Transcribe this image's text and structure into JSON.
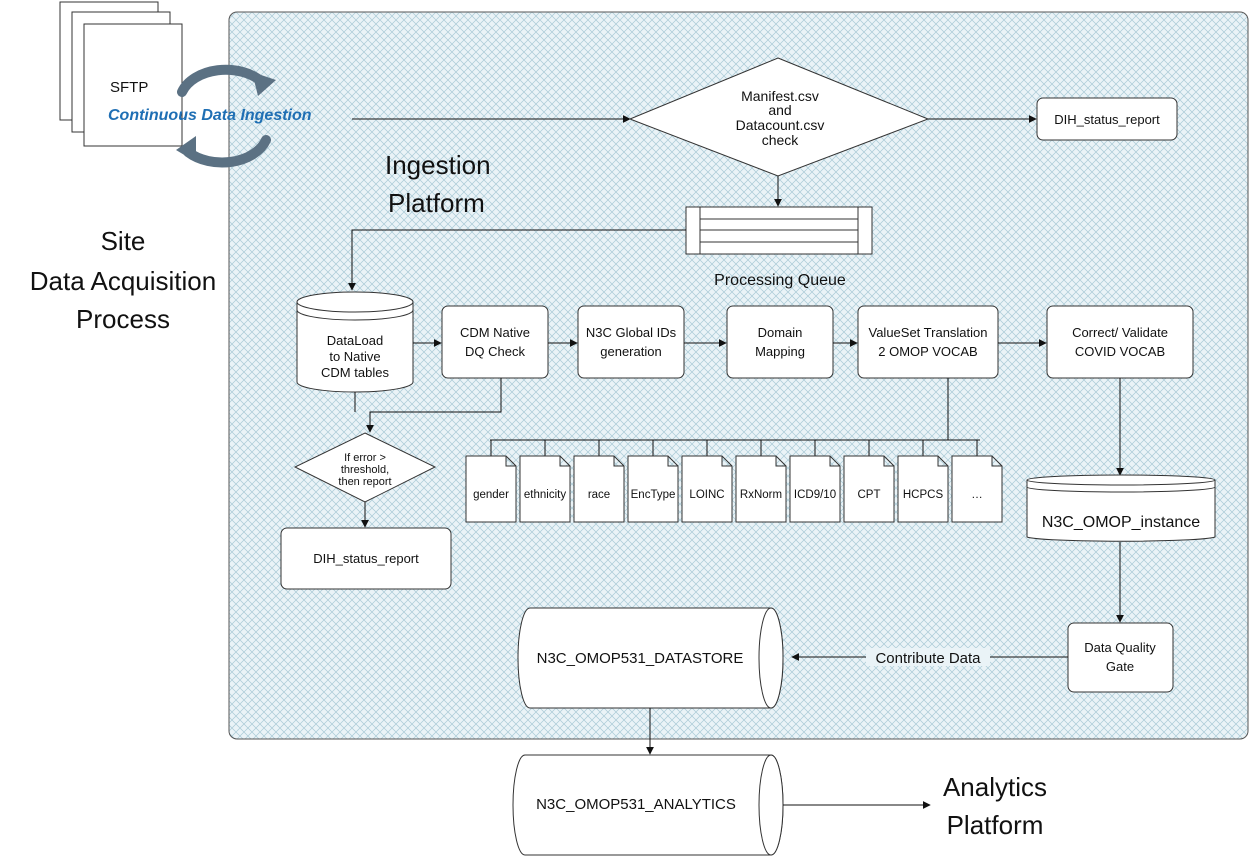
{
  "sftp": {
    "label": "SFTP",
    "ingestion": "Continuous Data Ingestion"
  },
  "site": {
    "line1": "Site",
    "line2": "Data Acquisition",
    "line3": "Process"
  },
  "platform": {
    "line1": "Ingestion",
    "line2": "Platform"
  },
  "manifest": {
    "line1": "Manifest.csv",
    "line2": "and",
    "line3": "Datacount.csv",
    "line4": "check"
  },
  "dih_top": "DIH_status_report",
  "queue": "Processing Queue",
  "dataload": {
    "line1": "DataLoad",
    "line2": "to Native",
    "line3": "CDM tables"
  },
  "cdm_dq": {
    "line1": "CDM Native",
    "line2": "DQ Check"
  },
  "n3c_ids": {
    "line1": "N3C Global IDs",
    "line2": "generation"
  },
  "domain": {
    "line1": "Domain",
    "line2": "Mapping"
  },
  "valueset": {
    "line1": "ValueSet Translation",
    "line2": "2 OMOP VOCAB"
  },
  "correct": {
    "line1": "Correct/ Validate",
    "line2": "COVID VOCAB"
  },
  "error": {
    "line1": "If error >",
    "line2": "threshold,",
    "line3": "then report"
  },
  "dih_bottom": "DIH_status_report",
  "vocab_docs": [
    "gender",
    "ethnicity",
    "race",
    "EncType",
    "LOINC",
    "RxNorm",
    "ICD9/10",
    "CPT",
    "HCPCS",
    "…"
  ],
  "omop_instance": "N3C_OMOP_instance",
  "dq_gate": {
    "line1": "Data Quality",
    "line2": "Gate"
  },
  "contribute": "Contribute Data",
  "datastore": "N3C_OMOP531_DATASTORE",
  "analytics_db": "N3C_OMOP531_ANALYTICS",
  "analytics_platform": {
    "line1": "Analytics",
    "line2": "Platform"
  },
  "colors": {
    "ingest_text": "#1f6fb4",
    "arrow_cycle": "#5a6f80",
    "platform_fill": "#e8f1f6",
    "hatch": "#9cc3cf",
    "stroke": "#333333"
  }
}
